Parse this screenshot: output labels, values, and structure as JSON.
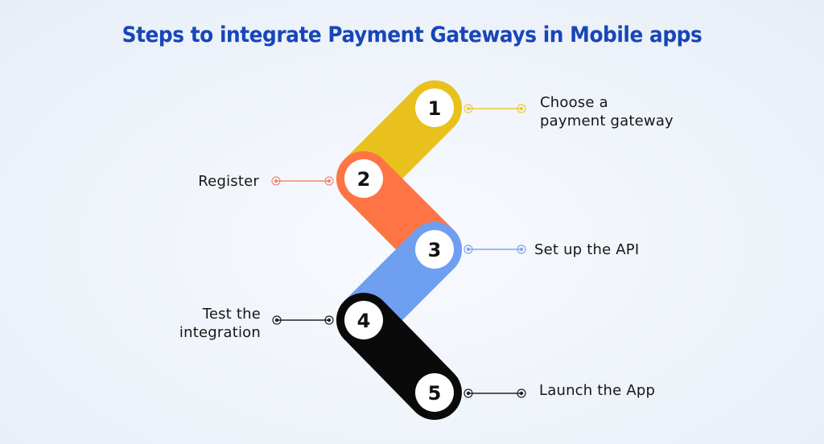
{
  "title": "Steps to integrate Payment Gateways in Mobile apps",
  "colors": {
    "title": "#1846b8",
    "step1": "#e8c11c",
    "step2": "#ff7445",
    "step3": "#6f9ff0",
    "step4": "#0a0a0a",
    "connector1": "#efc93a",
    "connector2": "#f08a72",
    "connector3": "#7fa6e6",
    "connector4": "#222222",
    "connector5": "#222222"
  },
  "steps": [
    {
      "number": "1",
      "label_line1": "Choose a",
      "label_line2": "payment gateway"
    },
    {
      "number": "2",
      "label_line1": "Register",
      "label_line2": ""
    },
    {
      "number": "3",
      "label_line1": "Set up the API",
      "label_line2": ""
    },
    {
      "number": "4",
      "label_line1": "Test the",
      "label_line2": "integration"
    },
    {
      "number": "5",
      "label_line1": "Launch the App",
      "label_line2": ""
    }
  ]
}
